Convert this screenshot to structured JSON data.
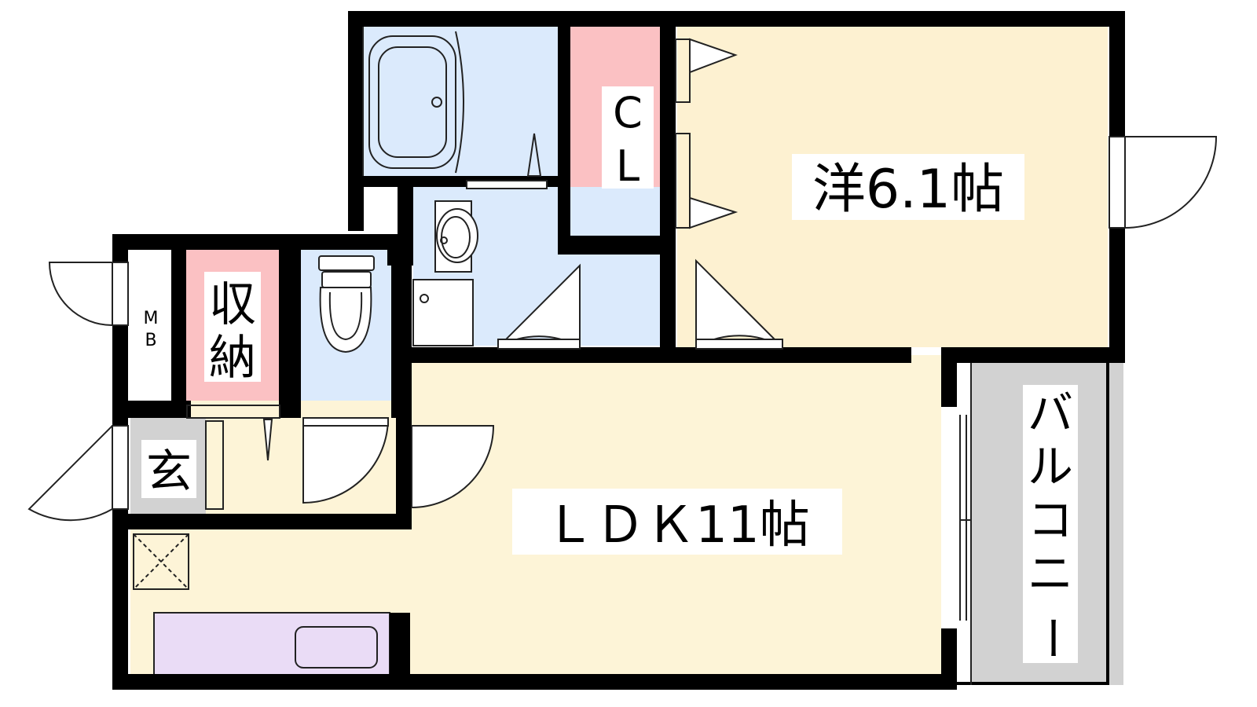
{
  "rooms": {
    "western": {
      "label": "洋6.1帖",
      "color": "#fdf1d1"
    },
    "ldk": {
      "label": "ＬＤＫ11帖",
      "color": "#fdf4d7"
    },
    "cl": {
      "label_c": "C",
      "label_l": "L",
      "color": "#fbc1c3"
    },
    "storage": {
      "label_1": "収",
      "label_2": "納",
      "color": "#fbc1c3"
    },
    "entrance": {
      "label": "玄",
      "color": "#d2d2d2"
    },
    "mb": {
      "label_m": "M",
      "label_b": "B"
    },
    "balcony": {
      "chars": [
        "バ",
        "ル",
        "コ",
        "ニ",
        "ー"
      ],
      "color": "#d2d2d2"
    },
    "wet_area": {
      "color": "#dbeafc"
    },
    "kitchen": {
      "color": "#eadcf6"
    }
  },
  "colors": {
    "wall": "#000000",
    "line": "#222222"
  }
}
